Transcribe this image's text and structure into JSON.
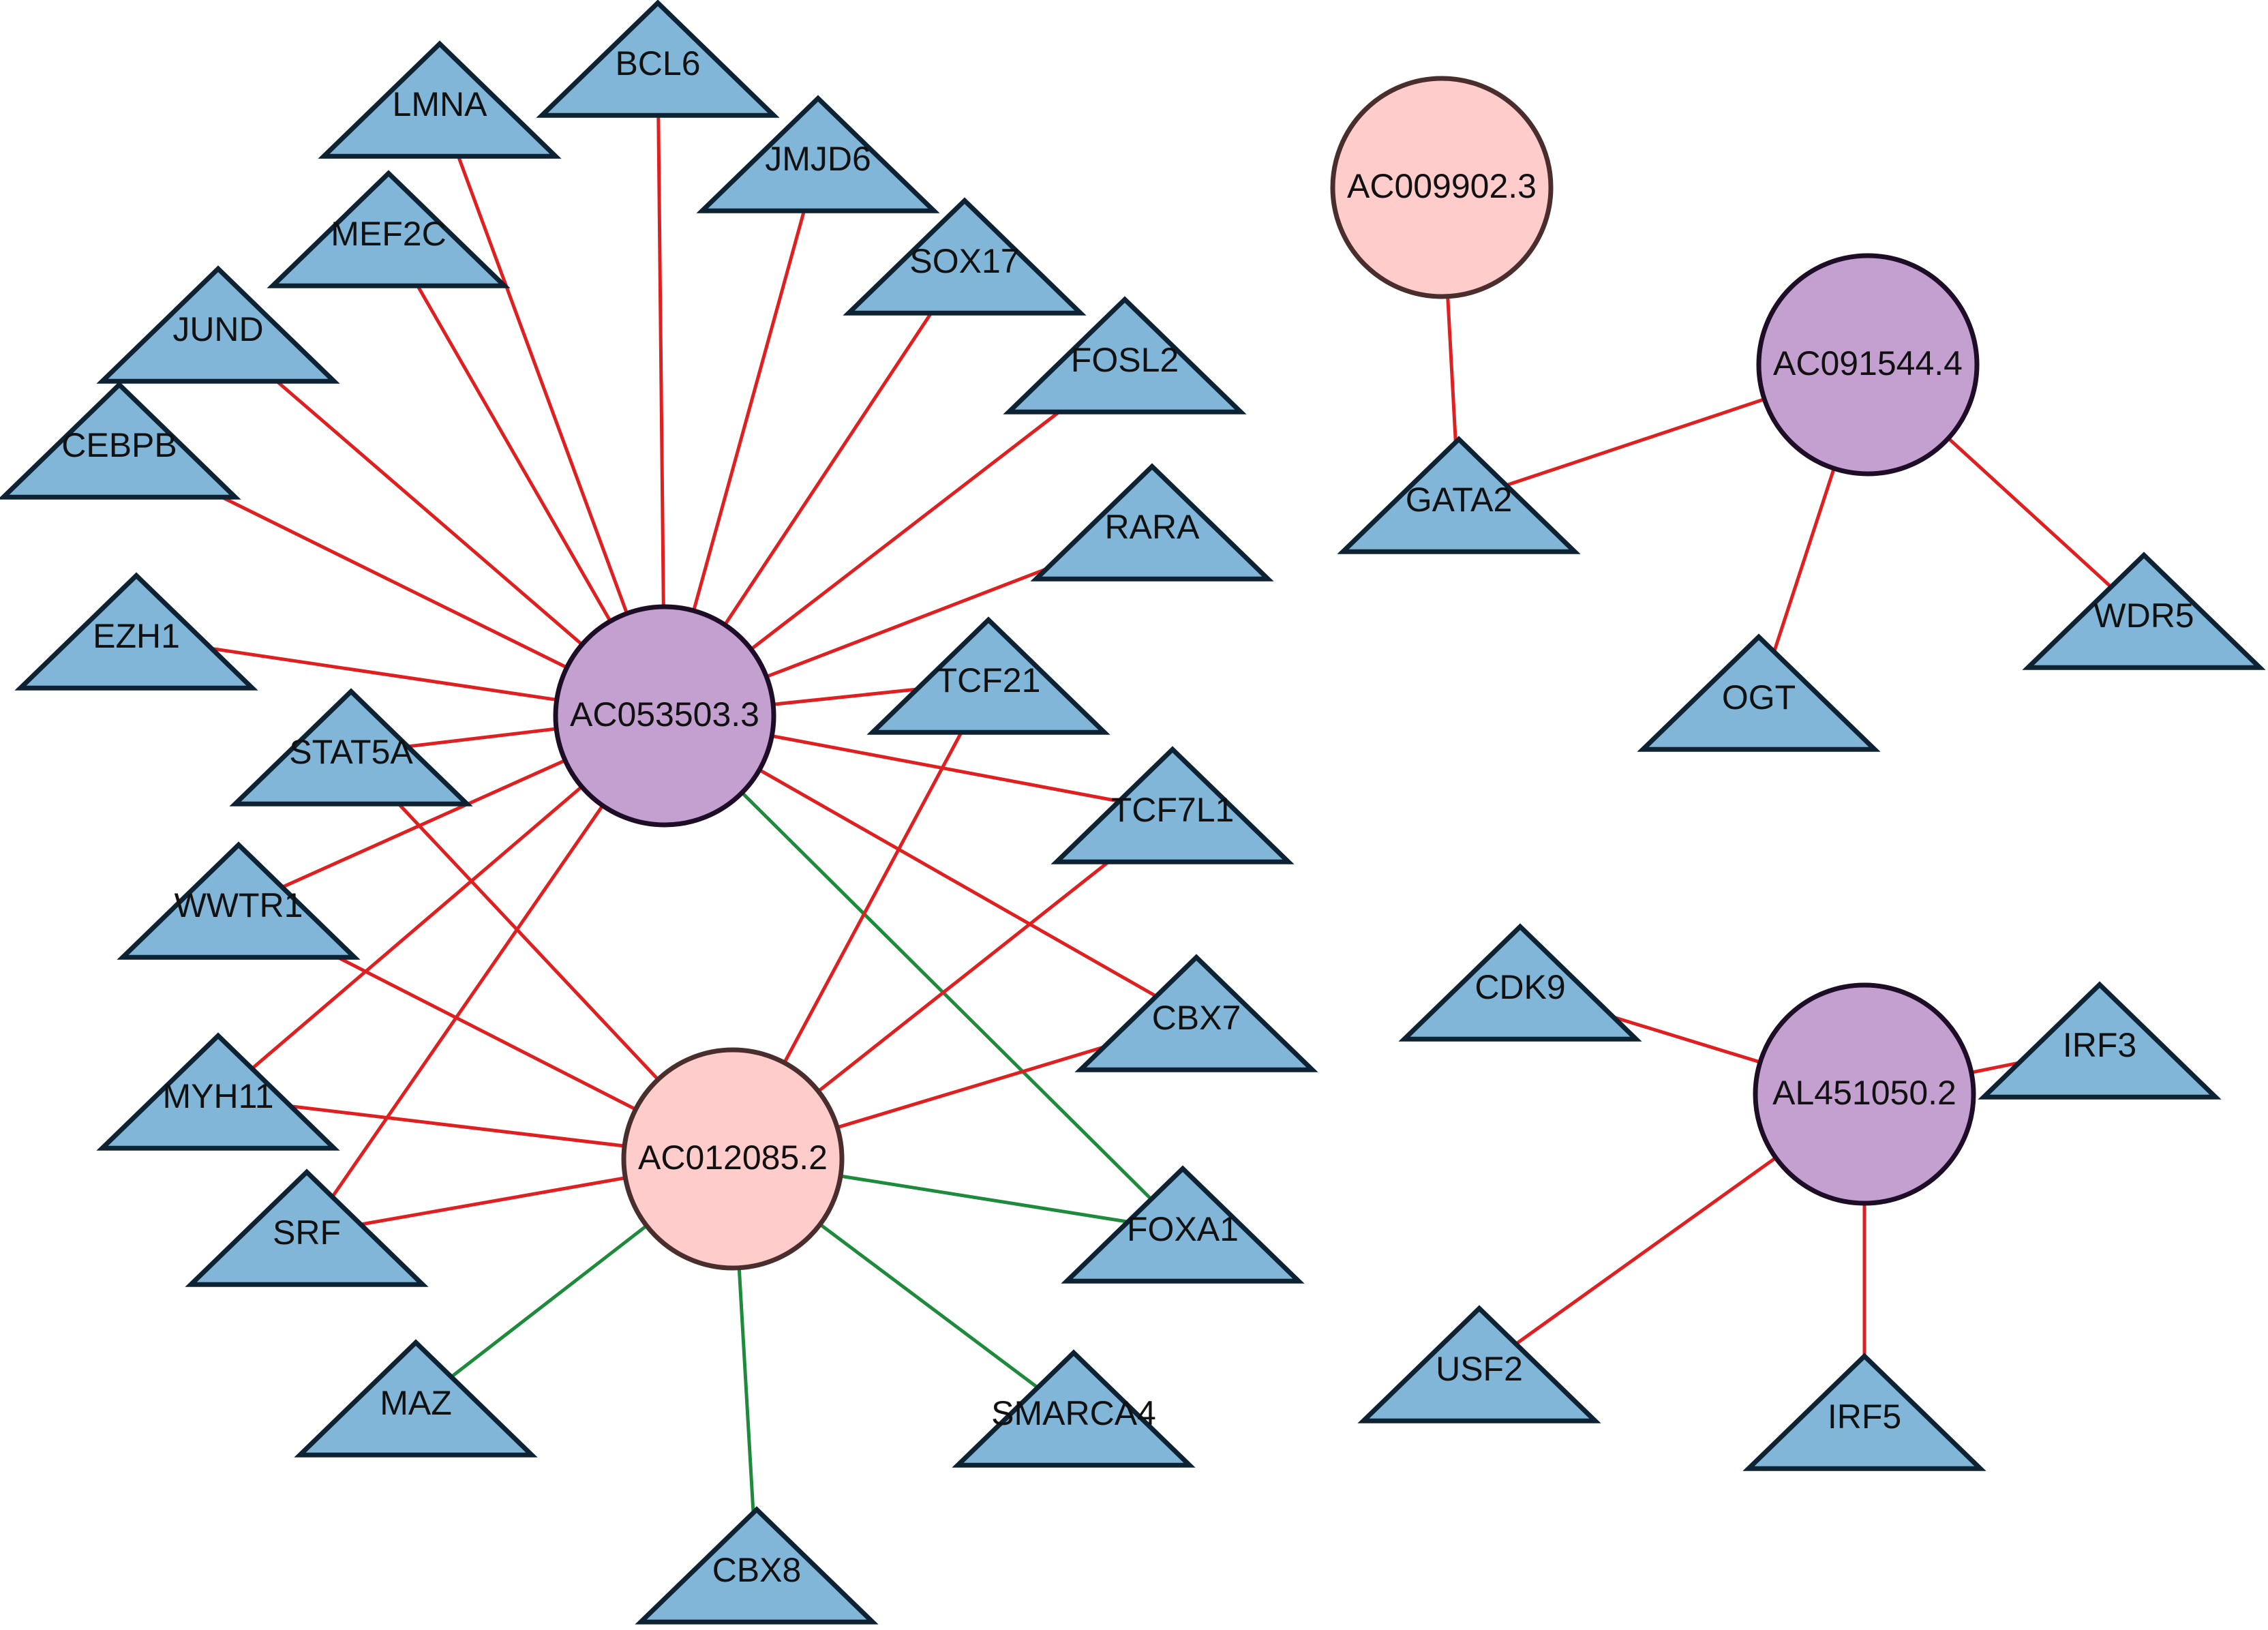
{
  "colors": {
    "background": "#ffffff",
    "triangle_fill": "#82b6d8",
    "triangle_stroke": "#0d2233",
    "lnc_purple_fill": "#c3a0cf",
    "lnc_purple_stroke": "#1e0d26",
    "lnc_pink_fill": "#ffcccc",
    "lnc_pink_stroke": "#4a2e2e",
    "positive_edge": "#e02020",
    "negative_edge": "#1e8a3c"
  },
  "nodes": {
    "lncRNAs": [
      {
        "id": "AC053503.3",
        "label": "AC053503.3",
        "group": "purple"
      },
      {
        "id": "AC012085.2",
        "label": "AC012085.2",
        "group": "pink"
      },
      {
        "id": "AC009902.3",
        "label": "AC009902.3",
        "group": "pink"
      },
      {
        "id": "AC091544.4",
        "label": "AC091544.4",
        "group": "purple"
      },
      {
        "id": "AL451050.2",
        "label": "AL451050.2",
        "group": "purple"
      }
    ],
    "genes": [
      {
        "id": "BCL6",
        "label": "BCL6"
      },
      {
        "id": "LMNA",
        "label": "LMNA"
      },
      {
        "id": "JMJD6",
        "label": "JMJD6"
      },
      {
        "id": "MEF2C",
        "label": "MEF2C"
      },
      {
        "id": "SOX17",
        "label": "SOX17"
      },
      {
        "id": "JUND",
        "label": "JUND"
      },
      {
        "id": "FOSL2",
        "label": "FOSL2"
      },
      {
        "id": "CEBPB",
        "label": "CEBPB"
      },
      {
        "id": "RARA",
        "label": "RARA"
      },
      {
        "id": "EZH1",
        "label": "EZH1"
      },
      {
        "id": "TCF21",
        "label": "TCF21"
      },
      {
        "id": "STAT5A",
        "label": "STAT5A"
      },
      {
        "id": "TCF7L1",
        "label": "TCF7L1"
      },
      {
        "id": "WWTR1",
        "label": "WWTR1"
      },
      {
        "id": "CBX7",
        "label": "CBX7"
      },
      {
        "id": "MYH11",
        "label": "MYH11"
      },
      {
        "id": "SRF",
        "label": "SRF"
      },
      {
        "id": "FOXA1",
        "label": "FOXA1"
      },
      {
        "id": "MAZ",
        "label": "MAZ"
      },
      {
        "id": "SMARCA4",
        "label": "SMARCA4"
      },
      {
        "id": "CBX8",
        "label": "CBX8"
      },
      {
        "id": "GATA2",
        "label": "GATA2"
      },
      {
        "id": "OGT",
        "label": "OGT"
      },
      {
        "id": "WDR5",
        "label": "WDR5"
      },
      {
        "id": "CDK9",
        "label": "CDK9"
      },
      {
        "id": "IRF3",
        "label": "IRF3"
      },
      {
        "id": "USF2",
        "label": "USF2"
      },
      {
        "id": "IRF5",
        "label": "IRF5"
      }
    ]
  },
  "edges": [
    {
      "source": "AC053503.3",
      "target": "BCL6",
      "sign": "positive"
    },
    {
      "source": "AC053503.3",
      "target": "LMNA",
      "sign": "positive"
    },
    {
      "source": "AC053503.3",
      "target": "JMJD6",
      "sign": "positive"
    },
    {
      "source": "AC053503.3",
      "target": "MEF2C",
      "sign": "positive"
    },
    {
      "source": "AC053503.3",
      "target": "SOX17",
      "sign": "positive"
    },
    {
      "source": "AC053503.3",
      "target": "JUND",
      "sign": "positive"
    },
    {
      "source": "AC053503.3",
      "target": "FOSL2",
      "sign": "positive"
    },
    {
      "source": "AC053503.3",
      "target": "CEBPB",
      "sign": "positive"
    },
    {
      "source": "AC053503.3",
      "target": "RARA",
      "sign": "positive"
    },
    {
      "source": "AC053503.3",
      "target": "EZH1",
      "sign": "positive"
    },
    {
      "source": "AC053503.3",
      "target": "TCF21",
      "sign": "positive"
    },
    {
      "source": "AC053503.3",
      "target": "STAT5A",
      "sign": "positive"
    },
    {
      "source": "AC053503.3",
      "target": "TCF7L1",
      "sign": "positive"
    },
    {
      "source": "AC053503.3",
      "target": "WWTR1",
      "sign": "positive"
    },
    {
      "source": "AC053503.3",
      "target": "CBX7",
      "sign": "positive"
    },
    {
      "source": "AC053503.3",
      "target": "MYH11",
      "sign": "positive"
    },
    {
      "source": "AC053503.3",
      "target": "SRF",
      "sign": "positive"
    },
    {
      "source": "AC053503.3",
      "target": "FOXA1",
      "sign": "negative"
    },
    {
      "source": "AC012085.2",
      "target": "STAT5A",
      "sign": "positive"
    },
    {
      "source": "AC012085.2",
      "target": "WWTR1",
      "sign": "positive"
    },
    {
      "source": "AC012085.2",
      "target": "MYH11",
      "sign": "positive"
    },
    {
      "source": "AC012085.2",
      "target": "SRF",
      "sign": "positive"
    },
    {
      "source": "AC012085.2",
      "target": "TCF21",
      "sign": "positive"
    },
    {
      "source": "AC012085.2",
      "target": "TCF7L1",
      "sign": "positive"
    },
    {
      "source": "AC012085.2",
      "target": "CBX7",
      "sign": "positive"
    },
    {
      "source": "AC012085.2",
      "target": "FOXA1",
      "sign": "negative"
    },
    {
      "source": "AC012085.2",
      "target": "MAZ",
      "sign": "negative"
    },
    {
      "source": "AC012085.2",
      "target": "CBX8",
      "sign": "negative"
    },
    {
      "source": "AC012085.2",
      "target": "SMARCA4",
      "sign": "negative"
    },
    {
      "source": "AC009902.3",
      "target": "GATA2",
      "sign": "positive"
    },
    {
      "source": "AC091544.4",
      "target": "GATA2",
      "sign": "positive"
    },
    {
      "source": "AC091544.4",
      "target": "OGT",
      "sign": "positive"
    },
    {
      "source": "AC091544.4",
      "target": "WDR5",
      "sign": "positive"
    },
    {
      "source": "AL451050.2",
      "target": "CDK9",
      "sign": "positive"
    },
    {
      "source": "AL451050.2",
      "target": "IRF3",
      "sign": "positive"
    },
    {
      "source": "AL451050.2",
      "target": "USF2",
      "sign": "positive"
    },
    {
      "source": "AL451050.2",
      "target": "IRF5",
      "sign": "positive"
    }
  ]
}
